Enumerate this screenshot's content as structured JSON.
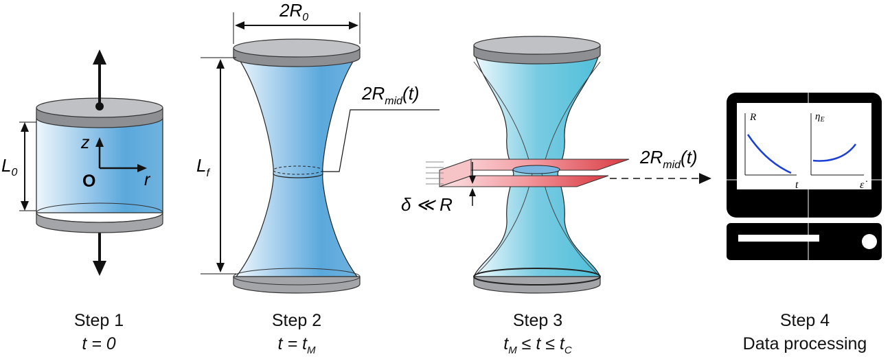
{
  "colors": {
    "liquid_dark": "#5aa8dc",
    "liquid_light": "#e8f3fb",
    "liquid_cyan": "#58c4dc",
    "plate": "#a3a5a8",
    "plate_dark": "#6f7174",
    "blade": "#d93a42",
    "blade_light": "#f7cdd0",
    "monitor": "#000000",
    "curve": "#1a3fd6"
  },
  "steps": [
    {
      "label": "Step 1",
      "sub": "t = 0"
    },
    {
      "label": "Step 2",
      "sub_main": "t = t",
      "sub_index": "M"
    },
    {
      "label": "Step 3",
      "sub_a": "t",
      "sub_a_index": "M",
      "sub_mid": " ≤ t ≤ t",
      "sub_b_index": "C"
    },
    {
      "label": "Step 4",
      "sub": "Data processing"
    }
  ],
  "step1": {
    "L0": "L",
    "L0_sub": "0",
    "z": "z",
    "O": "O",
    "r": "r"
  },
  "step2": {
    "width_main": "2R",
    "width_sub": "0",
    "Lf": "L",
    "Lf_sub": "f",
    "mid_main": "2R",
    "mid_sub": "mid",
    "mid_arg": "(t)"
  },
  "step3": {
    "delta": "δ ≪ R",
    "mid_main": "2R",
    "mid_sub": "mid",
    "mid_arg": "(t)"
  },
  "step4": {
    "plot1_y": "R",
    "plot1_x": "t",
    "plot2_y": "η",
    "plot2_y_sub": "E",
    "plot2_x": "ε̇"
  }
}
